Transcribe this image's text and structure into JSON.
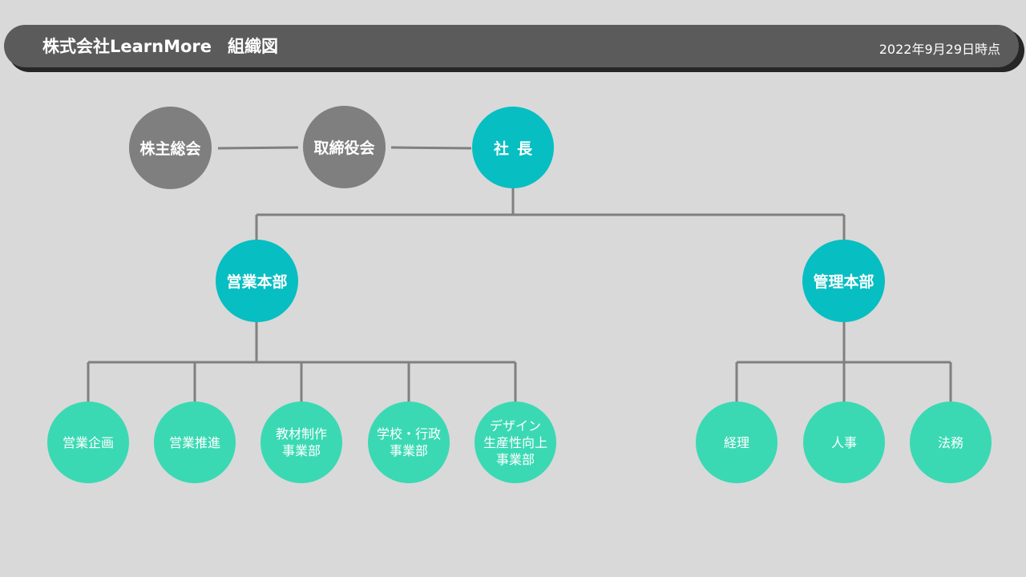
{
  "header": {
    "company": "株式会社LearnMore",
    "title": "組織図",
    "date": "2022年9月29日時点"
  },
  "nodes": {
    "shareholders": "株主総会",
    "board": "取締役会",
    "president": "社長",
    "sales_hq": "営業本部",
    "admin_hq": "管理本部",
    "sales_planning": "営業企画",
    "sales_promotion": "営業推進",
    "materials": "教材制作\n事業部",
    "schools": "学校・行政\n事業部",
    "design": "デザイン\n生産性向上\n事業部",
    "accounting": "経理",
    "hr": "人事",
    "legal": "法務"
  },
  "colors": {
    "header": "#5b5b5b",
    "gray_node": "#7f7f7f",
    "teal_node": "#07bec2",
    "mint_node": "#3ad9b3",
    "line": "#808080"
  }
}
